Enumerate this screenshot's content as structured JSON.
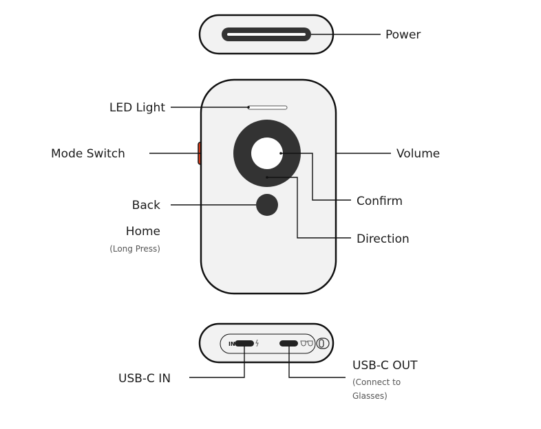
{
  "labels": {
    "power": "Power",
    "led_light": "LED Light",
    "mode_switch": "Mode Switch",
    "volume": "Volume",
    "confirm": "Confirm",
    "back": "Back",
    "home": "Home",
    "home_note": "(Long Press)",
    "direction": "Direction",
    "usb_in": "USB-C IN",
    "usb_out": "USB-C OUT",
    "usb_out_note_1": "(Connect to",
    "usb_out_note_2": "Glasses)"
  },
  "port_text": {
    "in": "IN"
  },
  "colors": {
    "mode_switch": "#e8401c",
    "ring": "#333333",
    "body": "#f2f2f2"
  }
}
